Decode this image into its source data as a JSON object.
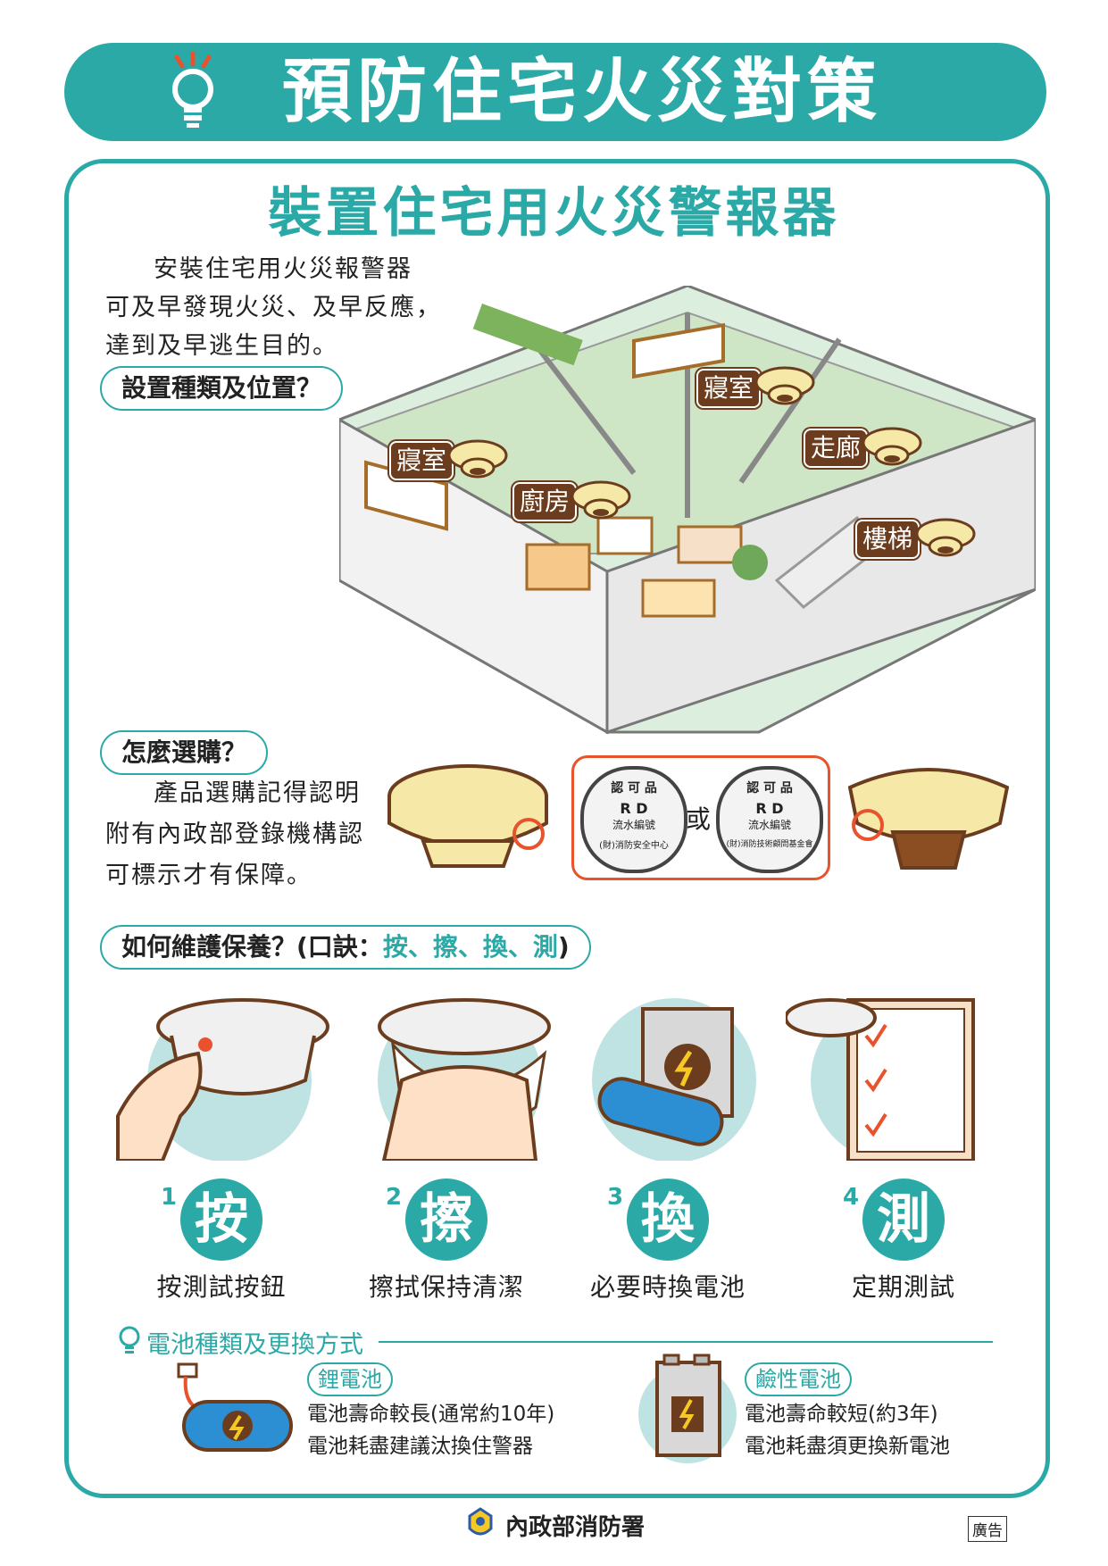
{
  "header": {
    "title": "預防住宅火災對策"
  },
  "section": {
    "title": "裝置住宅用火災警報器"
  },
  "intro": {
    "lines": [
      "安裝住宅用火災報警器",
      "可及早發現火災、及早反應，",
      "達到及早逃生目的。"
    ]
  },
  "placement": {
    "question": "設置種類及位置？",
    "rooms": [
      "寢室",
      "寢室",
      "廚房",
      "走廊",
      "樓梯"
    ]
  },
  "purchase": {
    "question": "怎麼選購？",
    "lines": [
      "產品選購記得認明",
      "附有內政部登錄機構認",
      "可標示才有保障。"
    ],
    "or_label": "或",
    "seal_a": {
      "top": "認 可 品",
      "code": "R D",
      "sub": "流水編號",
      "bottom": "(財)消防安全中心"
    },
    "seal_b": {
      "top": "認 可 品",
      "code": "R D",
      "sub": "流水編號",
      "bottom": "(財)消防技術顧問基金會"
    }
  },
  "maintenance": {
    "question_prefix": "如何維護保養？(口訣：",
    "mnemonic": "按、擦、換、測",
    "question_suffix": ")",
    "steps": [
      {
        "num": "1",
        "char": "按",
        "caption": "按測試按鈕"
      },
      {
        "num": "2",
        "char": "擦",
        "caption": "擦拭保持清潔"
      },
      {
        "num": "3",
        "char": "換",
        "caption": "必要時換電池"
      },
      {
        "num": "4",
        "char": "測",
        "caption": "定期測試"
      }
    ]
  },
  "battery": {
    "heading": "電池種類及更換方式",
    "lithium": {
      "name": "鋰電池",
      "lines": [
        "電池壽命較長(通常約10年)",
        "電池耗盡建議汰換住警器"
      ]
    },
    "alkaline": {
      "name": "鹼性電池",
      "lines": [
        "電池壽命較短(約3年)",
        "電池耗盡須更換新電池"
      ]
    }
  },
  "footer": {
    "agency": "內政部消防署",
    "ad_label": "廣告"
  },
  "colors": {
    "teal": "#2aa9a7",
    "brown": "#6b3d1e",
    "orange": "#e8532d",
    "cream": "#f6e9a8"
  }
}
